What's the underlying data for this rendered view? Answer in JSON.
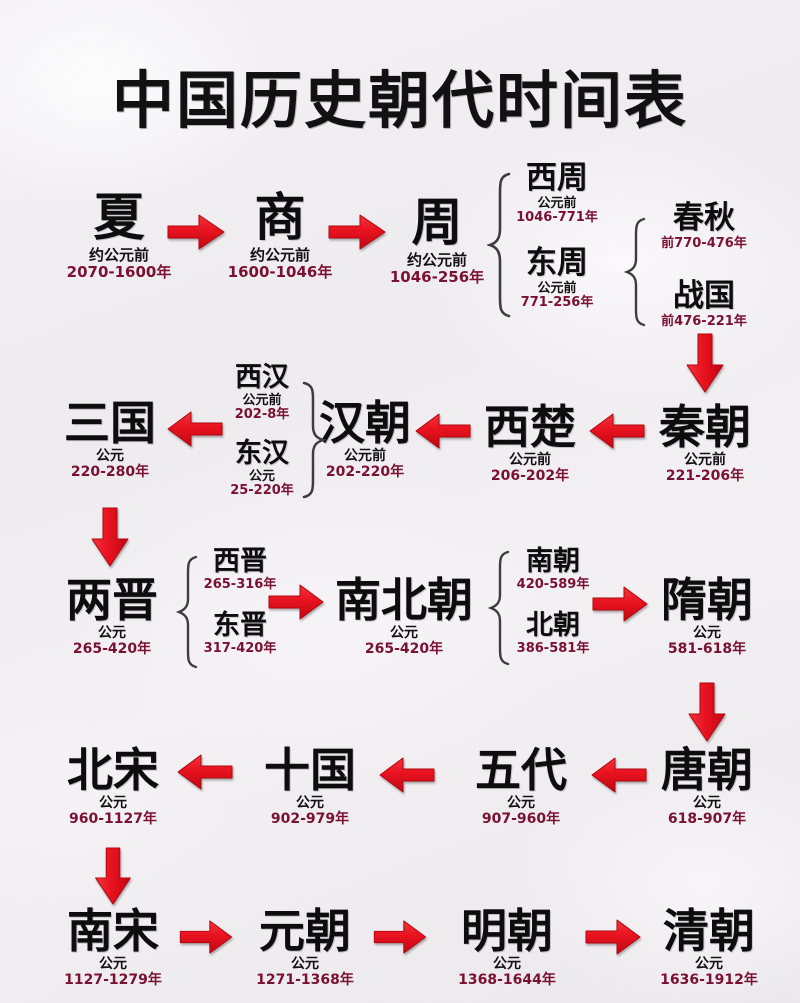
{
  "page": {
    "title": "中国历史朝代时间表",
    "background_color": "#f2f0f2",
    "arrow_color": "#e8192c",
    "date_text_color": "#7a1032",
    "name_text_color": "#0d0d0d"
  },
  "chart_data": {
    "type": "diagram",
    "title": "中国历史朝代时间表",
    "subtitle": "",
    "description": "Chinese historical dynasty timeline flow chart with arrows and braces",
    "rows": [
      {
        "row": 1,
        "nodes": [
          {
            "name": "夏",
            "era": "约公元前",
            "range": "2070-1600年"
          },
          {
            "name": "商",
            "era": "约公元前",
            "range": "1600-1046年"
          },
          {
            "name": "周",
            "era": "约公元前",
            "range": "1046-256年"
          },
          {
            "name": "西周",
            "era": "公元前",
            "range": "1046-771年"
          },
          {
            "name": "东周",
            "era": "公元前",
            "range": "771-256年"
          },
          {
            "name": "春秋",
            "era": "",
            "range": "前770-476年"
          },
          {
            "name": "战国",
            "era": "",
            "range": "前476-221年"
          }
        ]
      },
      {
        "row": 2,
        "nodes": [
          {
            "name": "秦朝",
            "era": "公元前",
            "range": "221-206年"
          },
          {
            "name": "西楚",
            "era": "公元前",
            "range": "206-202年"
          },
          {
            "name": "汉朝",
            "era": "公元前",
            "range": "202-220年"
          },
          {
            "name": "西汉",
            "era": "公元前",
            "range": "202-8年"
          },
          {
            "name": "东汉",
            "era": "公元",
            "range": "25-220年"
          },
          {
            "name": "三国",
            "era": "公元",
            "range": "220-280年"
          }
        ]
      },
      {
        "row": 3,
        "nodes": [
          {
            "name": "两晋",
            "era": "公元",
            "range": "265-420年"
          },
          {
            "name": "西晋",
            "era": "",
            "range": "265-316年"
          },
          {
            "name": "东晋",
            "era": "",
            "range": "317-420年"
          },
          {
            "name": "南北朝",
            "era": "公元",
            "range": "265-420年"
          },
          {
            "name": "南朝",
            "era": "",
            "range": "420-589年"
          },
          {
            "name": "北朝",
            "era": "",
            "range": "386-581年"
          },
          {
            "name": "隋朝",
            "era": "公元",
            "range": "581-618年"
          }
        ]
      },
      {
        "row": 4,
        "nodes": [
          {
            "name": "北宋",
            "era": "公元",
            "range": "960-1127年"
          },
          {
            "name": "十国",
            "era": "公元",
            "range": "902-979年"
          },
          {
            "name": "五代",
            "era": "公元",
            "range": "907-960年"
          },
          {
            "name": "唐朝",
            "era": "公元",
            "range": "618-907年"
          }
        ]
      },
      {
        "row": 5,
        "nodes": [
          {
            "name": "南宋",
            "era": "公元",
            "range": "1127-1279年"
          },
          {
            "name": "元朝",
            "era": "公元",
            "range": "1271-1368年"
          },
          {
            "name": "明朝",
            "era": "公元",
            "range": "1368-1644年"
          },
          {
            "name": "清朝",
            "era": "公元",
            "range": "1636-1912年"
          }
        ]
      }
    ]
  },
  "nodes": {
    "xia": {
      "name": "夏",
      "era": "约公元前",
      "range": "2070-1600年"
    },
    "shang": {
      "name": "商",
      "era": "约公元前",
      "range": "1600-1046年"
    },
    "zhou": {
      "name": "周",
      "era": "约公元前",
      "range": "1046-256年"
    },
    "xizhou": {
      "name": "西周",
      "era": "公元前",
      "range": "1046-771年"
    },
    "dongzhou": {
      "name": "东周",
      "era": "公元前",
      "range": "771-256年"
    },
    "chunqiu": {
      "name": "春秋",
      "era": "",
      "range": "前770-476年"
    },
    "zhanguo": {
      "name": "战国",
      "era": "",
      "range": "前476-221年"
    },
    "qin": {
      "name": "秦朝",
      "era": "公元前",
      "range": "221-206年"
    },
    "xichu": {
      "name": "西楚",
      "era": "公元前",
      "range": "206-202年"
    },
    "han": {
      "name": "汉朝",
      "era": "公元前",
      "range": "202-220年"
    },
    "xihan": {
      "name": "西汉",
      "era": "公元前",
      "range": "202-8年"
    },
    "donghan": {
      "name": "东汉",
      "era": "公元",
      "range": "25-220年"
    },
    "sanguo": {
      "name": "三国",
      "era": "公元",
      "range": "220-280年"
    },
    "liangjin": {
      "name": "两晋",
      "era": "公元",
      "range": "265-420年"
    },
    "xijin": {
      "name": "西晋",
      "era": "",
      "range": "265-316年"
    },
    "dongjin": {
      "name": "东晋",
      "era": "",
      "range": "317-420年"
    },
    "nanbeichao": {
      "name": "南北朝",
      "era": "公元",
      "range": "265-420年"
    },
    "nanchao": {
      "name": "南朝",
      "era": "",
      "range": "420-589年"
    },
    "beichao": {
      "name": "北朝",
      "era": "",
      "range": "386-581年"
    },
    "sui": {
      "name": "隋朝",
      "era": "公元",
      "range": "581-618年"
    },
    "beisong": {
      "name": "北宋",
      "era": "公元",
      "range": "960-1127年"
    },
    "shiguo": {
      "name": "十国",
      "era": "公元",
      "range": "902-979年"
    },
    "wudai": {
      "name": "五代",
      "era": "公元",
      "range": "907-960年"
    },
    "tang": {
      "name": "唐朝",
      "era": "公元",
      "range": "618-907年"
    },
    "nansong": {
      "name": "南宋",
      "era": "公元",
      "range": "1127-1279年"
    },
    "yuan": {
      "name": "元朝",
      "era": "公元",
      "range": "1271-1368年"
    },
    "ming": {
      "name": "明朝",
      "era": "公元",
      "range": "1368-1644年"
    },
    "qing": {
      "name": "清朝",
      "era": "公元",
      "range": "1636-1912年"
    }
  }
}
